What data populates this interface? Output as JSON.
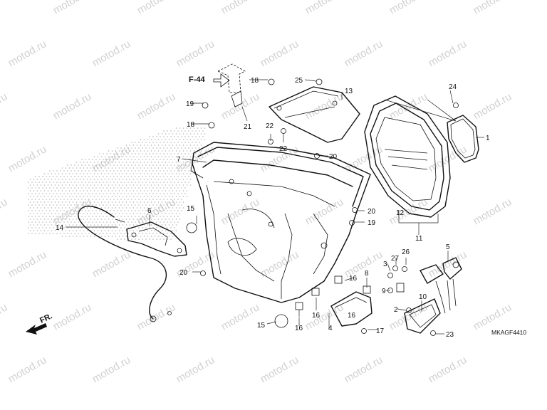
{
  "watermark": "motod.ru",
  "reference_code": "F-44",
  "direction_label": "FR.",
  "diagram_code": "MKAGF4410",
  "callouts": [
    "1",
    "2",
    "3",
    "4",
    "5",
    "6",
    "7",
    "8",
    "9",
    "10",
    "11",
    "12",
    "13",
    "14",
    "15",
    "15",
    "16",
    "16",
    "16",
    "16",
    "17",
    "18",
    "18",
    "19",
    "19",
    "20",
    "20",
    "20",
    "21",
    "22",
    "22",
    "23",
    "24",
    "25",
    "26",
    "27"
  ]
}
